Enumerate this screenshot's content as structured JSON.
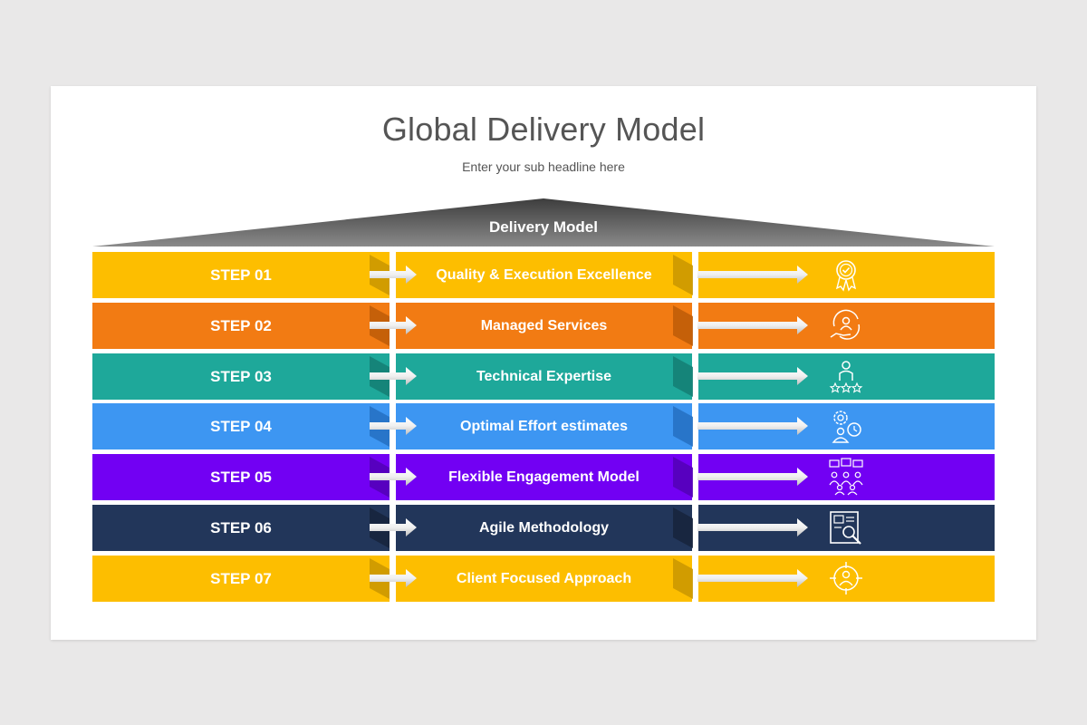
{
  "header": {
    "title": "Global Delivery Model",
    "subtitle": "Enter your sub headline here"
  },
  "roof": {
    "label": "Delivery Model"
  },
  "rows": [
    {
      "step": "STEP 01",
      "label": "Quality & Execution Excellence",
      "color": "#FDBE00",
      "dark": "#C99700",
      "icon": "award-badge-icon"
    },
    {
      "step": "STEP 02",
      "label": "Managed Services",
      "color": "#F27B13",
      "dark": "#BD5C08",
      "icon": "hand-person-cycle-icon"
    },
    {
      "step": "STEP 03",
      "label": "Technical Expertise",
      "color": "#1EA89A",
      "dark": "#147E73",
      "icon": "person-stars-icon"
    },
    {
      "step": "STEP 04",
      "label": "Optimal Effort estimates",
      "color": "#3D96F2",
      "dark": "#2470C2",
      "icon": "person-gear-clock-icon"
    },
    {
      "step": "STEP 05",
      "label": "Flexible Engagement Model",
      "color": "#7200F3",
      "dark": "#5200B5",
      "icon": "team-feedback-icon"
    },
    {
      "step": "STEP 06",
      "label": "Agile Methodology",
      "color": "#22365A",
      "dark": "#16233C",
      "icon": "document-search-icon"
    },
    {
      "step": "STEP 07",
      "label": "Client Focused Approach",
      "color": "#FDBE00",
      "dark": "#C99700",
      "icon": "target-person-icon"
    }
  ]
}
